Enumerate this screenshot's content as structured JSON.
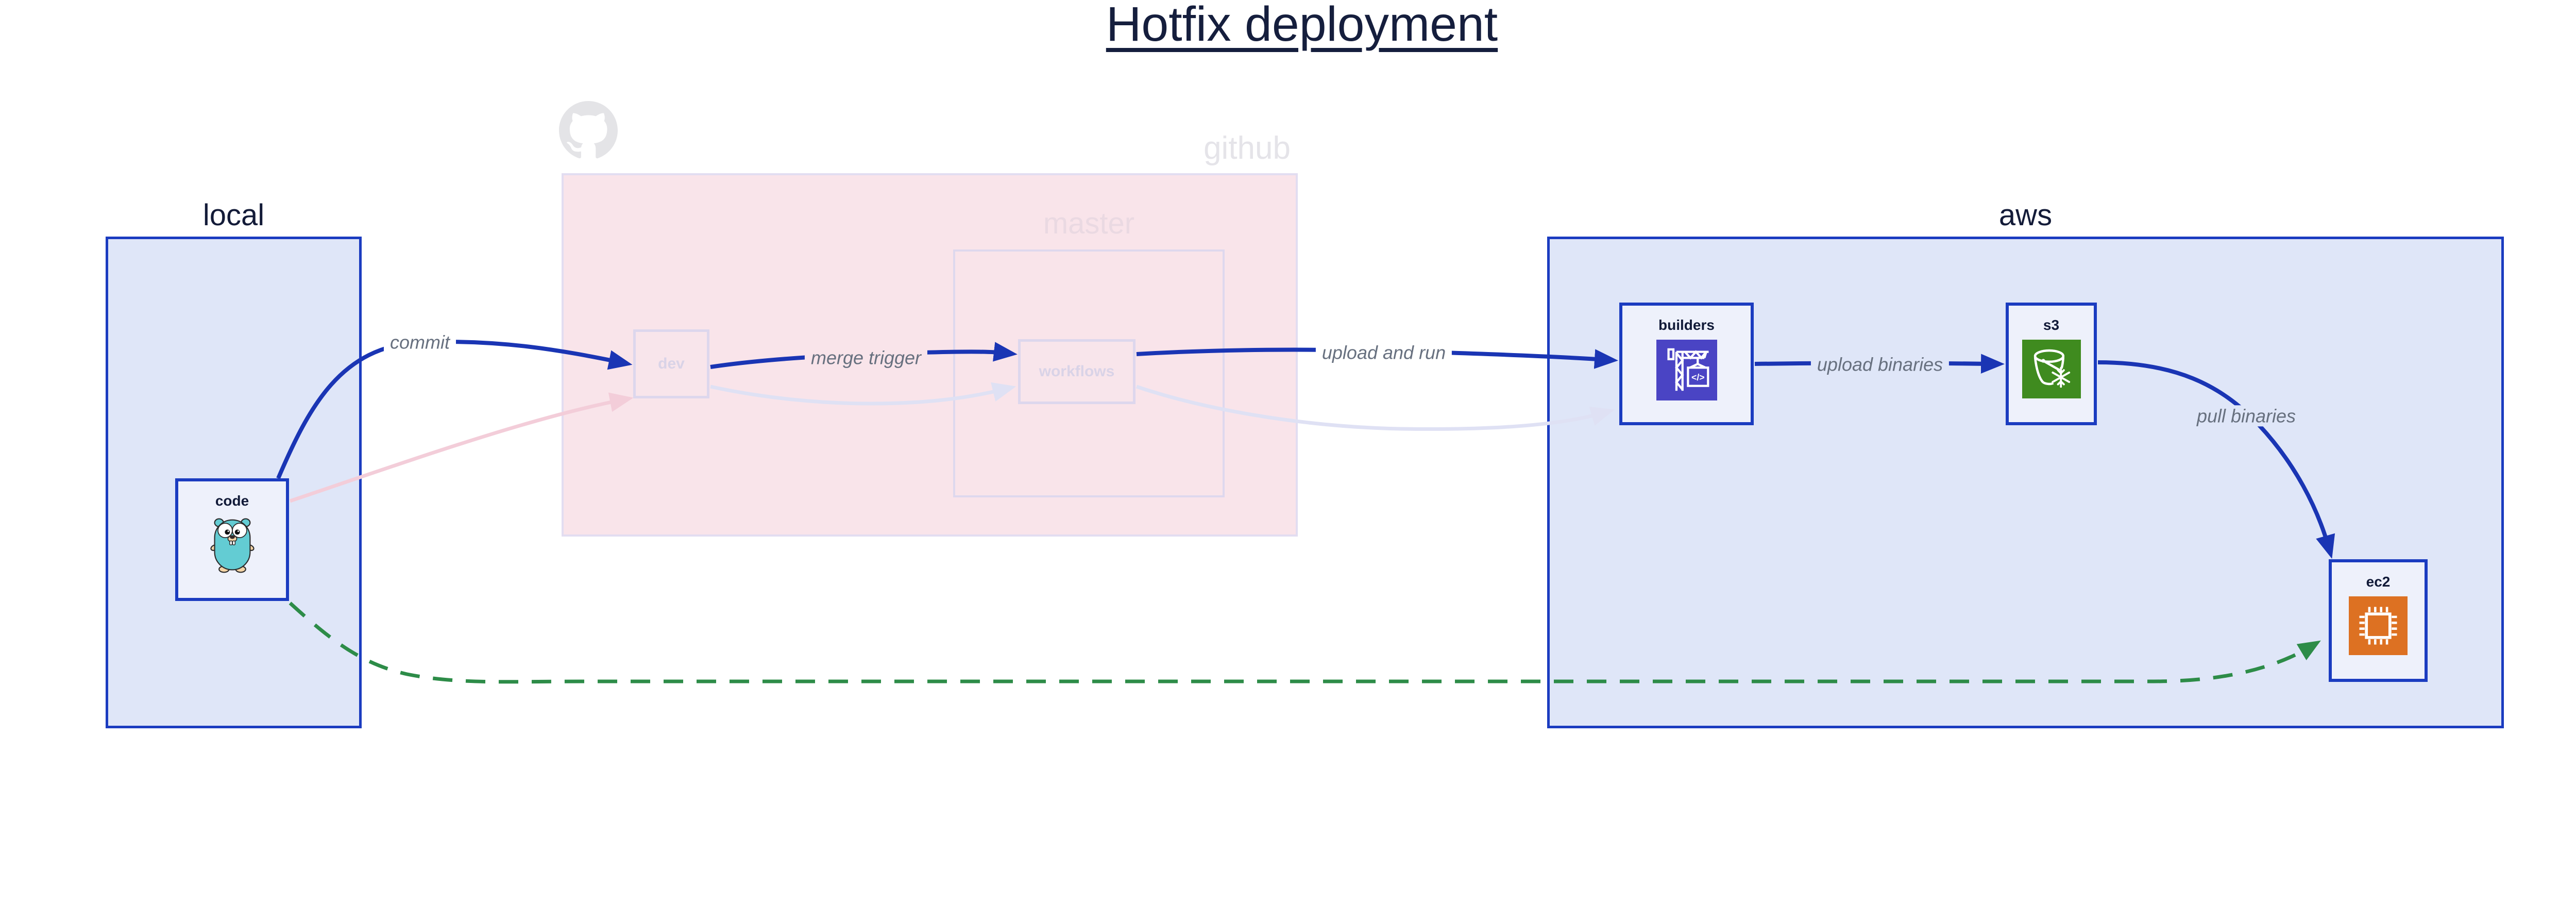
{
  "title": "Hotfix deployment",
  "regions": {
    "local": {
      "label": "local"
    },
    "github": {
      "label": "github",
      "master": {
        "label": "master"
      }
    },
    "aws": {
      "label": "aws"
    }
  },
  "nodes": {
    "code": {
      "label": "code",
      "icon": "go-gopher-icon"
    },
    "dev": {
      "label": "dev"
    },
    "workflows": {
      "label": "workflows"
    },
    "builders": {
      "label": "builders",
      "icon": "aws-codebuild-icon"
    },
    "s3": {
      "label": "s3",
      "icon": "aws-s3-glacier-bucket-icon"
    },
    "ec2": {
      "label": "ec2",
      "icon": "aws-ec2-chip-icon"
    }
  },
  "edges": {
    "commit": {
      "label": "commit",
      "from": "code",
      "to": "dev",
      "style": "solid-blue"
    },
    "merge_trigger": {
      "label": "merge trigger",
      "from": "dev",
      "to": "workflows",
      "style": "solid-blue"
    },
    "upload_and_run": {
      "label": "upload and run",
      "from": "workflows",
      "to": "builders",
      "style": "solid-blue"
    },
    "upload_binaries": {
      "label": "upload binaries",
      "from": "builders",
      "to": "s3",
      "style": "solid-blue"
    },
    "pull_binaries": {
      "label": "pull binaries",
      "from": "s3",
      "to": "ec2",
      "style": "solid-blue"
    },
    "code_to_dev_faded": {
      "label": "",
      "from": "code",
      "to": "dev",
      "style": "faded-pink"
    },
    "dev_to_workflows_faded": {
      "label": "",
      "from": "dev",
      "to": "workflows",
      "style": "faded-lavender"
    },
    "workflows_to_builders_faded": {
      "label": "",
      "from": "workflows",
      "to": "builders",
      "style": "faded-lavender"
    },
    "hotfix_path": {
      "label": "",
      "from": "code",
      "to": "ec2",
      "style": "dashed-green"
    }
  },
  "colors": {
    "blue_border": "#1b3cc0",
    "blue_region_fill": "#dfe6f8",
    "node_fill": "#eef1fb",
    "edge_blue": "#1a35b4",
    "pink_region_fill": "#f9e4ea",
    "faded_border": "#ddd7ed",
    "faded_node_text": "#d9d3e7",
    "edge_faded_pink": "#f3cdd9",
    "edge_faded_lavender": "#dfe1f4",
    "edge_green": "#2d8c48",
    "edge_label_gray": "#67707f",
    "navy_text": "#131b38",
    "codebuild_indigo": "#4a44c4",
    "s3_green": "#3f8b1f",
    "ec2_orange": "#dd7122",
    "gopher_teal": "#63ccd3",
    "github_logo_gray": "#e4e4e7"
  }
}
